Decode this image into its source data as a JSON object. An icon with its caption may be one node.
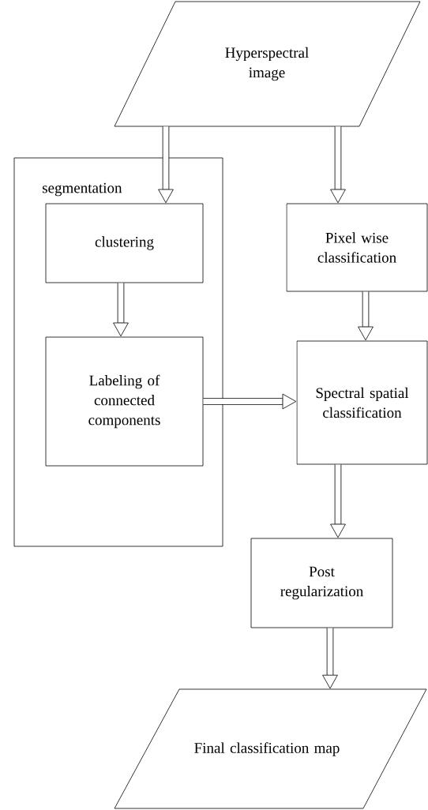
{
  "diagram": {
    "nodes": [
      {
        "text": [
          "Hyperspectral image"
        ]
      },
      {
        "text": [
          "segmentation"
        ]
      },
      {
        "text": [
          "clustering"
        ],
        "in": 1
      },
      {
        "text": [
          "Labeling of connected components"
        ],
        "in": 1
      },
      {
        "text": [
          "Pixel wise classification"
        ]
      },
      {
        "text": [
          "Spectral spatial classification"
        ]
      },
      {
        "text": [
          "Post regularization"
        ]
      },
      {
        "text": [
          "Final classification map"
        ]
      }
    ],
    "edges": [
      {
        "from": 0,
        "to": 2,
        "arrow": "to"
      },
      {
        "from": 0,
        "to": 4,
        "arrow": "to"
      },
      {
        "from": 2,
        "to": 3,
        "arrow": "to"
      },
      {
        "from": 4,
        "to": 5,
        "arrow": "to"
      },
      {
        "from": 3,
        "to": 5,
        "arrow": "to"
      },
      {
        "from": 5,
        "to": 6,
        "arrow": "to"
      },
      {
        "from": 6,
        "to": 7,
        "arrow": "to"
      }
    ]
  }
}
